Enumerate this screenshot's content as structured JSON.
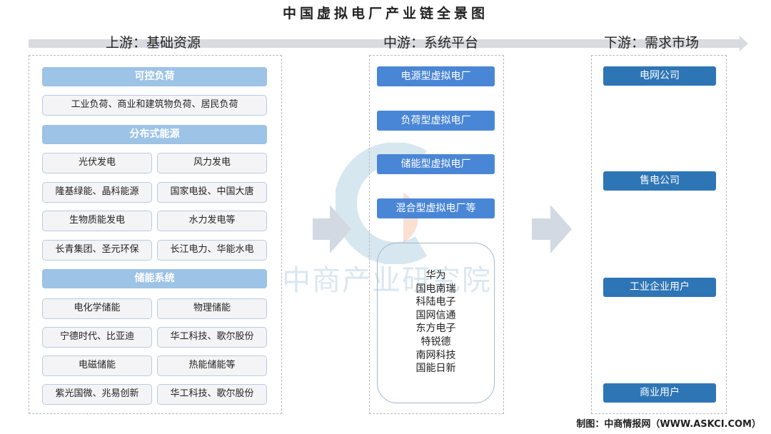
{
  "title": "中国虚拟电厂产业链全景图",
  "upstream": {
    "heading": "上游：基础资源",
    "groups": [
      {
        "label": "可控负荷",
        "items": [
          "工业负荷、商业和建筑物负荷、居民负荷"
        ]
      },
      {
        "label": "分布式能源",
        "items": [
          "光伏发电",
          "风力发电",
          "隆基绿能、晶科能源",
          "国家电投、中国大唐",
          "生物质能发电",
          "水力发电等",
          "长青集团、圣元环保",
          "长江电力、华能水电"
        ]
      },
      {
        "label": "储能系统",
        "items": [
          "电化学储能",
          "物理储能",
          "宁德时代、比亚迪",
          "华工科技、歌尔股份",
          "电磁储能",
          "热能储能等",
          "紫光国微、兆易创新",
          "华工科技、歌尔股份"
        ]
      }
    ]
  },
  "midstream": {
    "heading": "中游：系统平台",
    "types": [
      "电源型虚拟电厂",
      "负荷型虚拟电厂",
      "储能型虚拟电厂",
      "混合型虚拟电厂等"
    ],
    "companies": [
      "华为",
      "国电南瑞",
      "科陆电子",
      "国网信通",
      "东方电子",
      "特锐德",
      "南网科技",
      "国能日新"
    ]
  },
  "downstream": {
    "heading": "下游：需求市场",
    "items": [
      "电网公司",
      "售电公司",
      "工业企业用户",
      "商业用户"
    ]
  },
  "watermark": "中商产业研究院",
  "footer": "制图：中商情报网（WWW.ASKCI.COM）"
}
